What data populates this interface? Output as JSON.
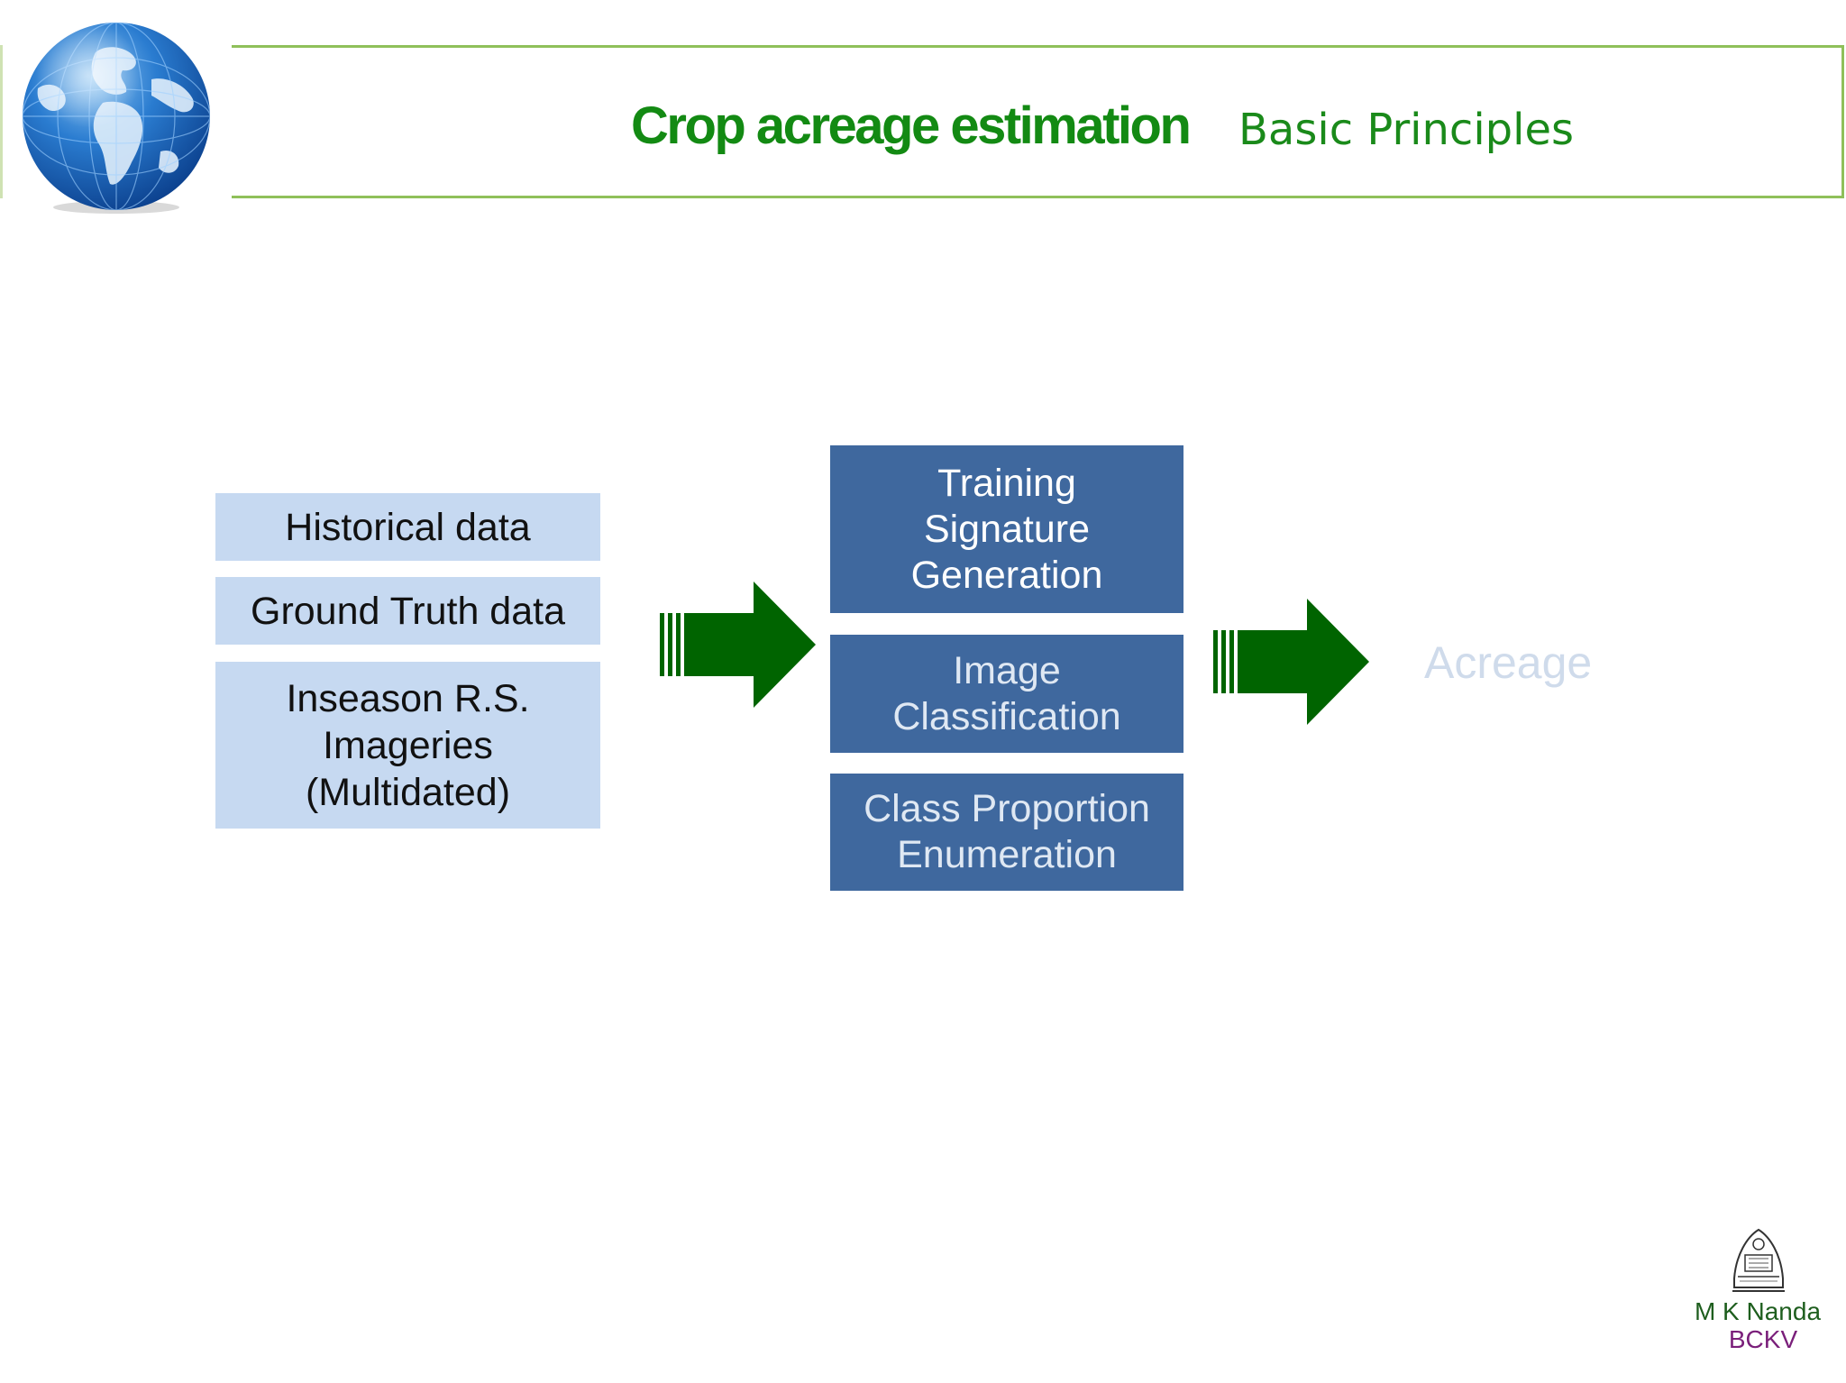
{
  "header": {
    "title": "Crop acreage estimation",
    "subtitle": "Basic Principles"
  },
  "inputs": [
    {
      "label": "Historical data"
    },
    {
      "label": "Ground Truth data"
    },
    {
      "label": "Inseason R.S.\nImageries\n(Multidated)"
    }
  ],
  "processes": [
    {
      "label": "Training\nSignature\nGeneration"
    },
    {
      "label": "Image\nClassification"
    },
    {
      "label": "Class Proportion\nEnumeration"
    }
  ],
  "output": {
    "label": "Acreage"
  },
  "footer": {
    "author": "M K Nanda",
    "organization": "BCKV"
  },
  "colors": {
    "title_green": "#138a13",
    "header_border": "#8fc05a",
    "input_box": "#c6d9f1",
    "process_box": "#3f689e",
    "arrow": "#006400",
    "output_text": "#cfdbeb"
  },
  "icons": {
    "logo": "globe-icon",
    "emblem": "university-emblem-icon",
    "arrows": "striped-right-arrow-icon"
  }
}
